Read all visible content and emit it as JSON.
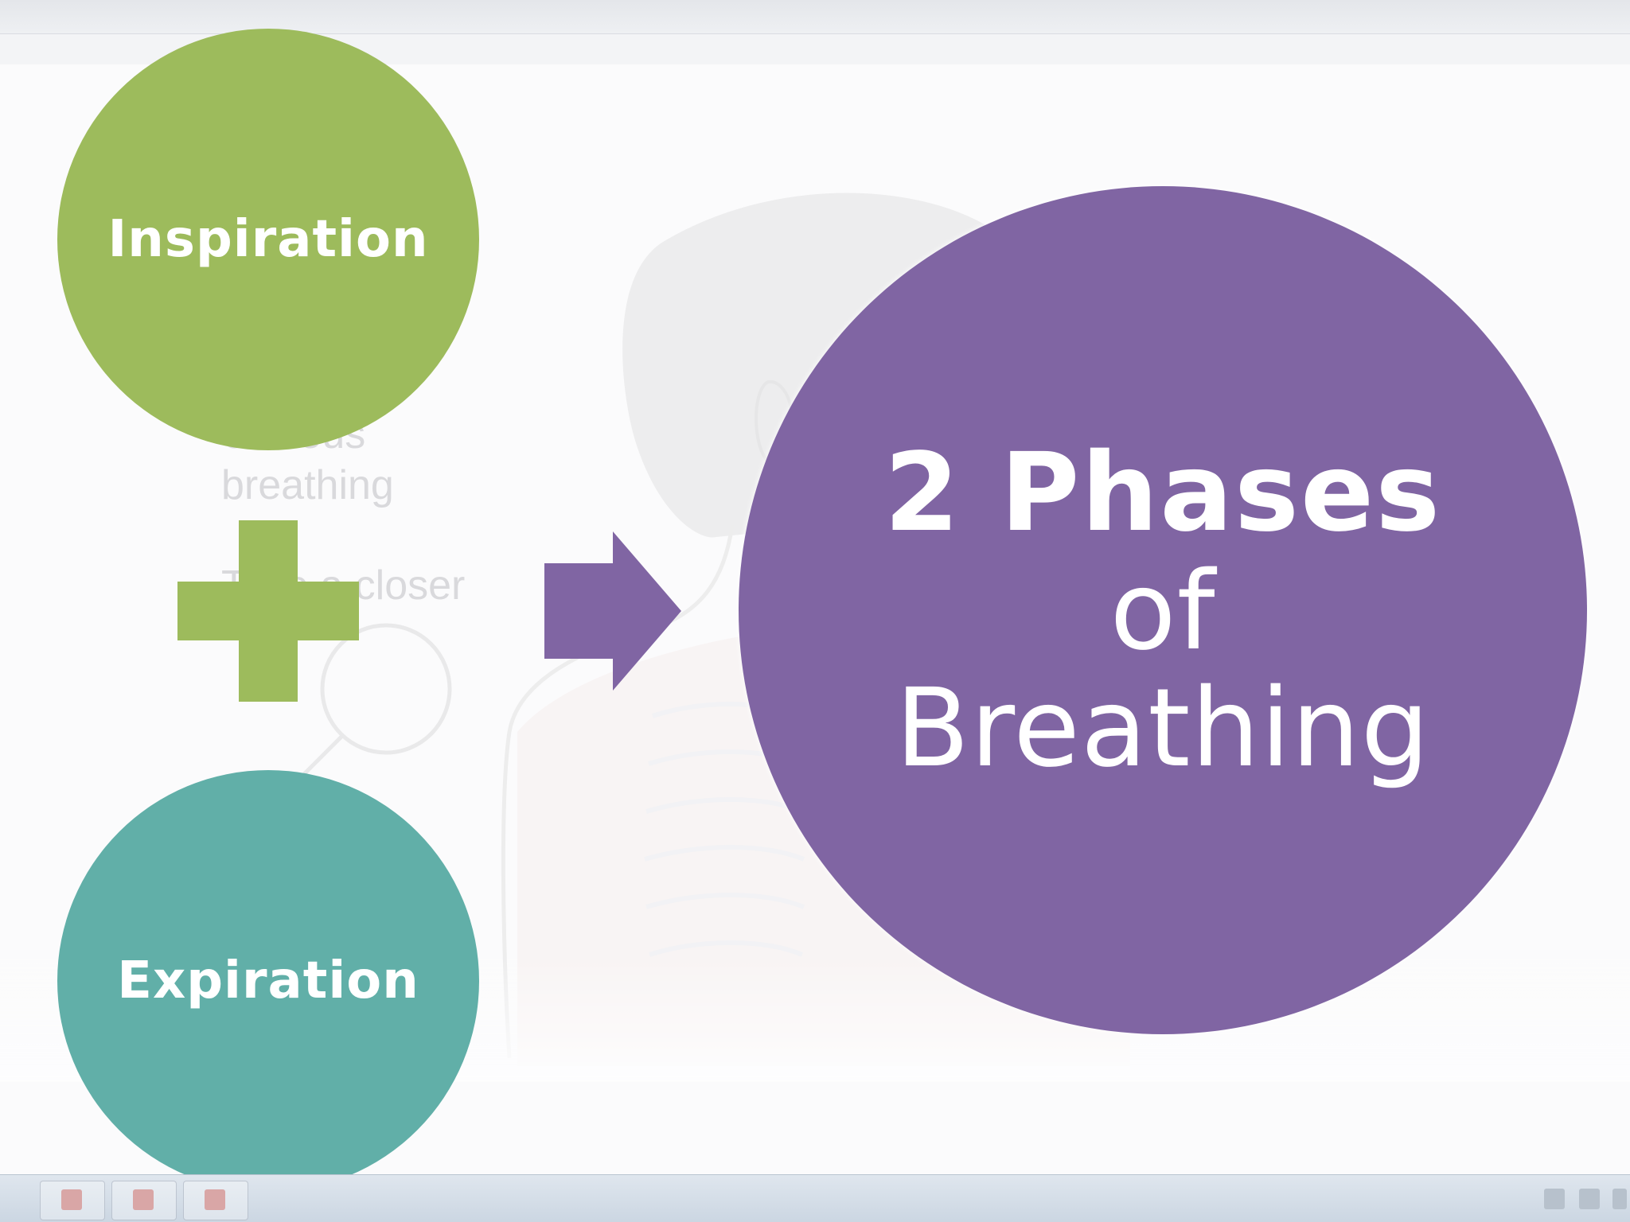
{
  "slide": {
    "left_circle_top": "Inspiration",
    "left_circle_bottom": "Expiration",
    "main_title_line1": "2 Phases",
    "main_title_line2": "of",
    "main_title_line3": "Breathing"
  },
  "background": {
    "ghost_text_1": "obvious",
    "ghost_text_2": "breathing",
    "ghost_text_3": "Take a closer"
  },
  "colors": {
    "green": "#9dbb5c",
    "teal": "#61afa8",
    "purple": "#8065a3",
    "background": "#fbfbfc"
  },
  "icons": {
    "plus": "plus-icon",
    "arrow": "arrow-right-icon",
    "magnifier": "magnifier-icon"
  }
}
